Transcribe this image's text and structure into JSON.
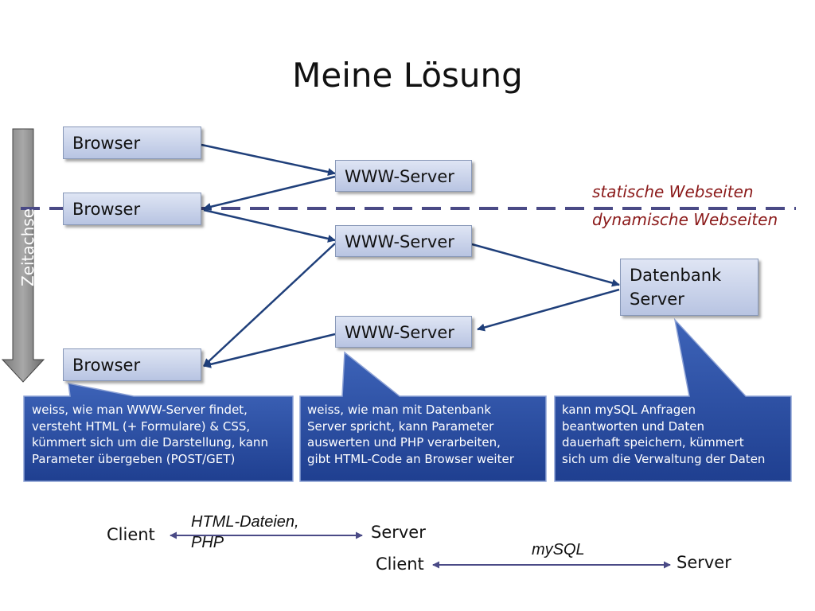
{
  "title": "Meine Lösung",
  "timeline": {
    "label": "Zeitachse"
  },
  "nodes": {
    "browser_1": "Browser",
    "browser_2": "Browser",
    "browser_3": "Browser",
    "www_server_1": "WWW-Server",
    "www_server_2": "WWW-Server",
    "www_server_3": "WWW-Server",
    "db_server_line1": "Datenbank",
    "db_server_line2": "Server"
  },
  "divider": {
    "above": "statische Webseiten",
    "below": "dynamische Webseiten"
  },
  "callouts": {
    "browser": [
      "weiss, wie man WWW-Server findet,",
      "versteht HTML (+ Formulare) & CSS,",
      "kümmert sich um die Darstellung, kann",
      "Parameter übergeben (POST/GET)"
    ],
    "www_server": [
      "weiss, wie man mit Datenbank",
      "Server spricht, kann Parameter",
      "auswerten und PHP verarbeiten,",
      "gibt HTML-Code an Browser weiter"
    ],
    "db_server": [
      "kann mySQL Anfragen",
      "beantworten und Daten",
      "dauerhaft speichern, kümmert",
      "sich um die Verwaltung der Daten"
    ]
  },
  "relations": [
    {
      "left": "Client",
      "right": "Server",
      "label_line1": "HTML-Dateien,",
      "label_line2": "PHP"
    },
    {
      "left": "Client",
      "right": "Server",
      "label_line1": "mySQL"
    }
  ],
  "colors": {
    "arrow": "#1f3f7a",
    "dashed_line": "#4a4a86",
    "callout": "#2c4fa0",
    "annotation_text": "#8b1a1a"
  }
}
